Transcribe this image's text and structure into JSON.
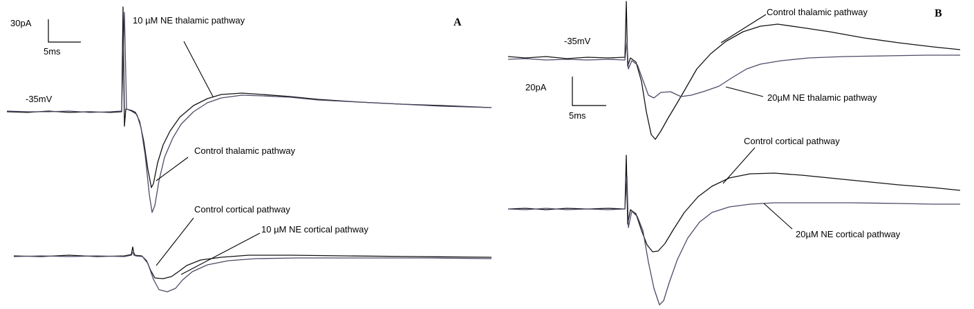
{
  "panels": [
    {
      "letter": "A",
      "holding_potential": "-35mV",
      "scale_current": "30pA",
      "scale_time": "5ms",
      "labels": {
        "thal_ne": "10 µM NE thalamic pathway",
        "thal_ctrl": "Control thalamic pathway",
        "cort_ctrl": "Control cortical pathway",
        "cort_ne": "10 µM NE cortical pathway"
      }
    },
    {
      "letter": "B",
      "holding_potential": "-35mV",
      "scale_current": "20pA",
      "scale_time": "5ms",
      "labels": {
        "thal_ctrl": "Control thalamic pathway",
        "thal_ne": "20µM NE thalamic pathway",
        "cort_ctrl": "Control cortical pathway",
        "cort_ne": "20µM NE cortical pathway"
      }
    }
  ]
}
